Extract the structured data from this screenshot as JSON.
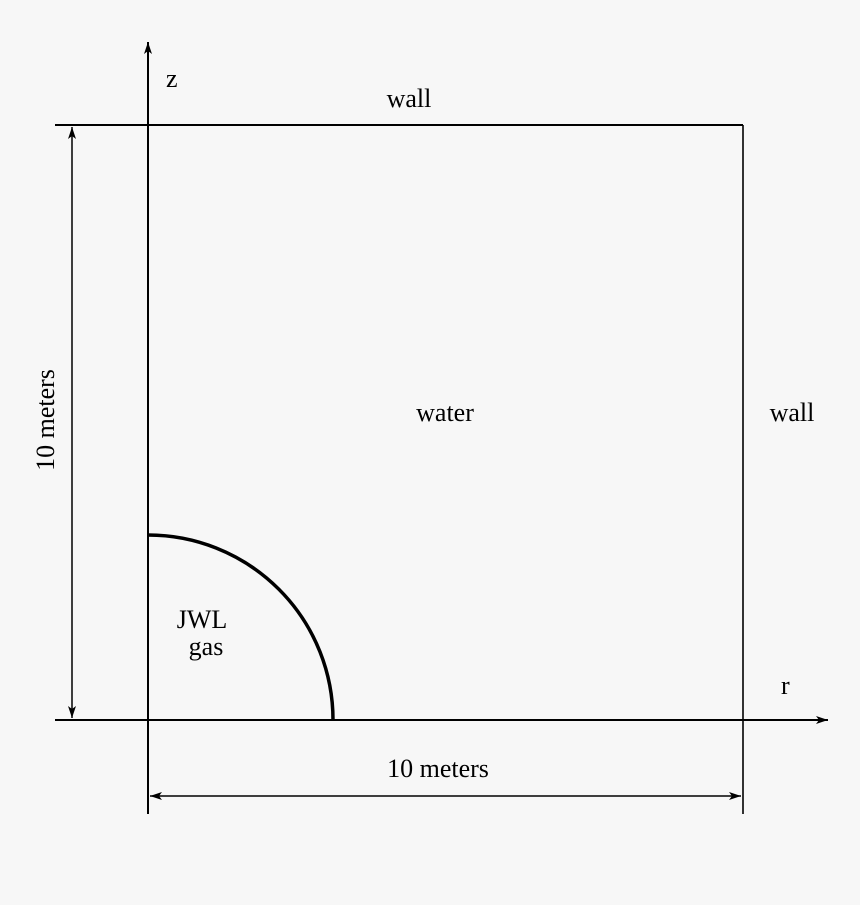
{
  "diagram": {
    "axes": {
      "vertical": "z",
      "horizontal": "r"
    },
    "labels": {
      "top_boundary": "wall",
      "right_boundary": "wall",
      "domain": "water",
      "charge_line1": "JWL",
      "charge_line2": "gas"
    },
    "dimensions": {
      "height": "10 meters",
      "width": "10 meters"
    },
    "colors": {
      "background": "#f7f7f7",
      "ink": "#000000"
    }
  }
}
